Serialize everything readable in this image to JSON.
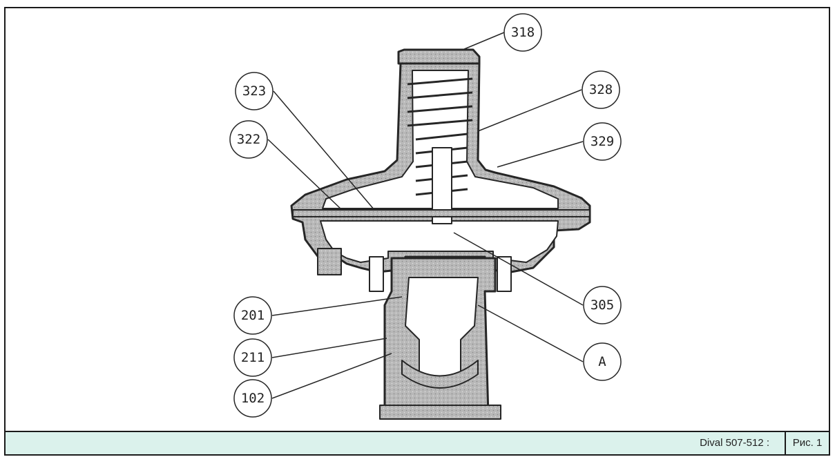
{
  "callouts": {
    "c318": "318",
    "c323": "323",
    "c328": "328",
    "c322": "322",
    "c329": "329",
    "c305": "305",
    "c201": "201",
    "c211": "211",
    "c102": "102",
    "cA": "A"
  },
  "footer": {
    "model": "Dival 507-512 :",
    "figure": "Рис. 1"
  },
  "colors": {
    "section_fill": "#b4b4b4",
    "outline": "#262626",
    "footer_bg": "#dbf2ec"
  }
}
